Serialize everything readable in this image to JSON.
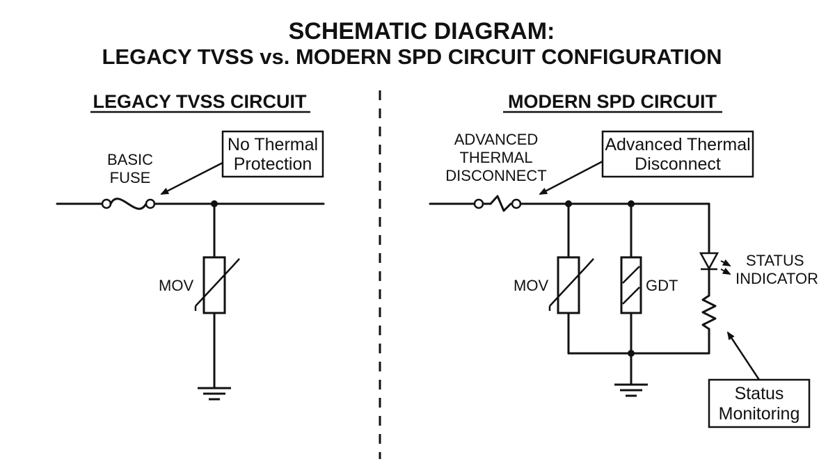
{
  "title": {
    "line1": "SCHEMATIC DIAGRAM:",
    "line2": "LEGACY TVSS vs. MODERN SPD CIRCUIT CONFIGURATION"
  },
  "legacy": {
    "heading": "LEGACY TVSS CIRCUIT",
    "fuse_label": [
      "BASIC",
      "FUSE"
    ],
    "callout": [
      "No Thermal",
      "Protection"
    ],
    "mov_label": "MOV"
  },
  "modern": {
    "heading": "MODERN SPD CIRCUIT",
    "disconnect_label": [
      "ADVANCED",
      "THERMAL",
      "DISCONNECT"
    ],
    "callout": [
      "Advanced Thermal",
      "Disconnect"
    ],
    "mov_label": "MOV",
    "gdt_label": "GDT",
    "indicator_label": [
      "STATUS",
      "INDICATOR"
    ],
    "monitoring_callout": [
      "Status",
      "Monitoring"
    ]
  }
}
